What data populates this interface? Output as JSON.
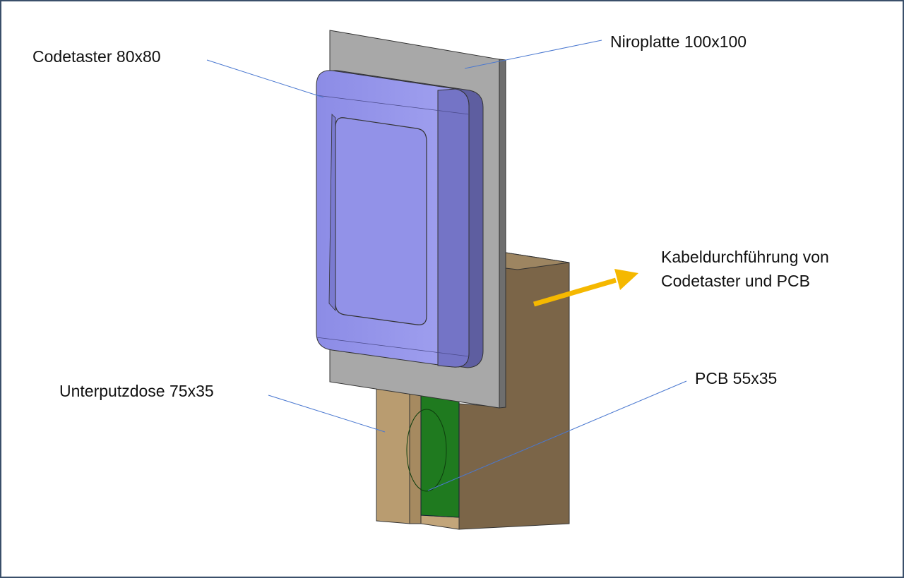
{
  "labels": {
    "codetaster": "Codetaster 80x80",
    "niroplatte": "Niroplatte 100x100",
    "kabel_line1": "Kabeldurchführung von",
    "kabel_line2": "Codetaster und PCB",
    "unterputzdose": "Unterputzdose 75x35",
    "pcb": "PCB 55x35"
  },
  "colors": {
    "frame": "#3a4f6a",
    "plate": "#a8a8a8",
    "keypad": "#9090e6",
    "box": "#7a6548",
    "box_light": "#b99c70",
    "pcb": "#1e7a1e",
    "arrow": "#f5b800",
    "leader": "#4a78d0"
  }
}
